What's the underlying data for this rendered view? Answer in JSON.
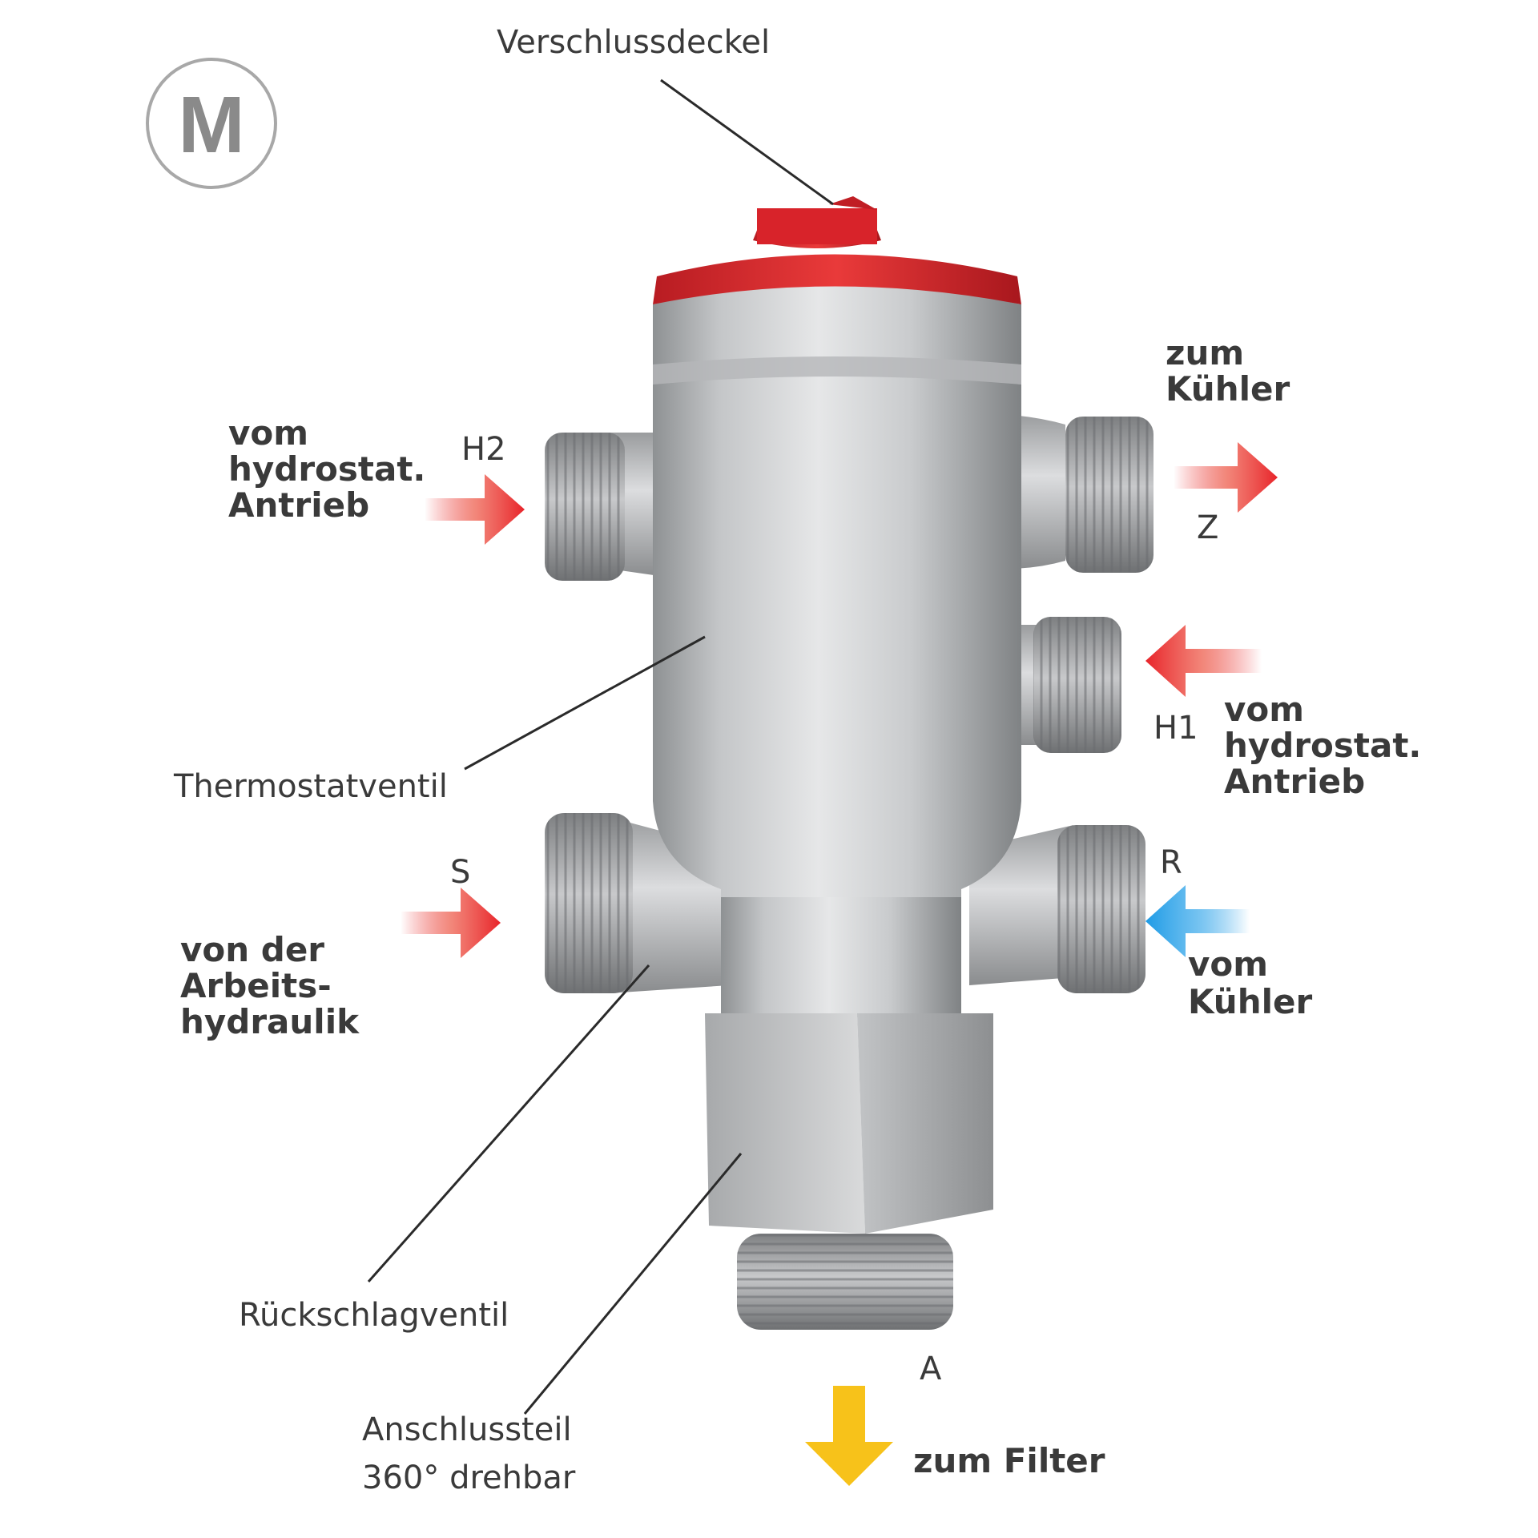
{
  "logo": {
    "letter": "M"
  },
  "labels": {
    "verschlussdeckel": "Verschlussdeckel",
    "thermostatventil": "Thermostatventil",
    "rueckschlagventil": "Rückschlagventil",
    "anschlussteil_1": "Anschlussteil",
    "anschlussteil_2": "360° drehbar"
  },
  "flows": {
    "h2": {
      "port": "H2",
      "line1": "vom",
      "line2": "hydrostat.",
      "line3": "Antrieb"
    },
    "z": {
      "port": "Z",
      "line1": "zum",
      "line2": "Kühler"
    },
    "h1": {
      "port": "H1",
      "line1": "vom",
      "line2": "hydrostat.",
      "line3": "Antrieb"
    },
    "s": {
      "port": "S",
      "line1": "von der",
      "line2": "Arbeits-",
      "line3": "hydraulik"
    },
    "r": {
      "port": "R",
      "line1": "vom",
      "line2": "Kühler"
    },
    "a": {
      "port": "A",
      "line1": "zum Filter"
    }
  },
  "colors": {
    "hot_arrow": "#e8242a",
    "cold_arrow": "#1e9be6",
    "filter_arrow": "#f7c21a",
    "cap": "#d8232a",
    "body": "#c9cbcc"
  }
}
